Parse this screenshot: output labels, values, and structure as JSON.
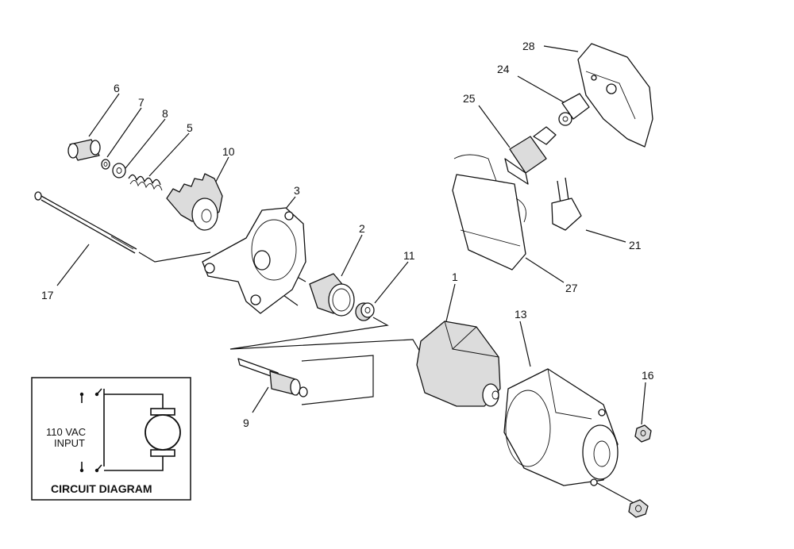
{
  "callouts": [
    {
      "id": "c1",
      "label": "1"
    },
    {
      "id": "c2",
      "label": "2"
    },
    {
      "id": "c3",
      "label": "3"
    },
    {
      "id": "c5",
      "label": "5"
    },
    {
      "id": "c6",
      "label": "6"
    },
    {
      "id": "c7",
      "label": "7"
    },
    {
      "id": "c8",
      "label": "8"
    },
    {
      "id": "c9",
      "label": "9"
    },
    {
      "id": "c10",
      "label": "10"
    },
    {
      "id": "c11",
      "label": "11"
    },
    {
      "id": "c13",
      "label": "13"
    },
    {
      "id": "c16",
      "label": "16"
    },
    {
      "id": "c17",
      "label": "17"
    },
    {
      "id": "c21",
      "label": "21"
    },
    {
      "id": "c24",
      "label": "24"
    },
    {
      "id": "c25",
      "label": "25"
    },
    {
      "id": "c27",
      "label": "27"
    },
    {
      "id": "c28",
      "label": "28"
    }
  ],
  "circuit": {
    "input_line1": "110 VAC",
    "input_line2": "INPUT",
    "title": "CIRCUIT DIAGRAM"
  }
}
